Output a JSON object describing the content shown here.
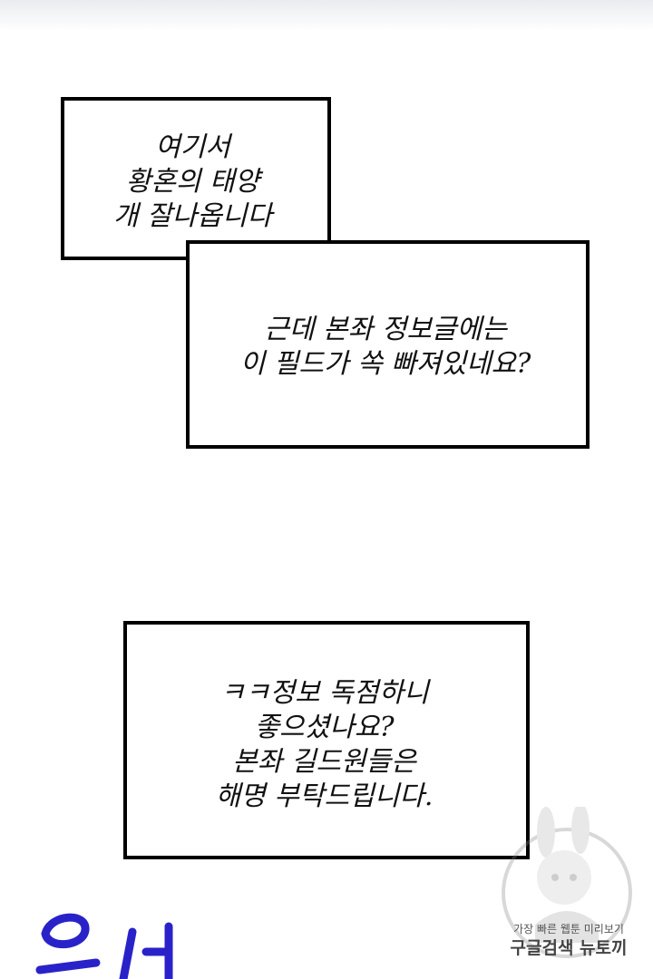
{
  "bubble1": {
    "lines": [
      "여기서",
      "황혼의 태양",
      "개 잘나옵니다"
    ]
  },
  "bubble2": {
    "lines": [
      "근데 본좌 정보글에는",
      "이 필드가 쏙 빠져있네요?"
    ]
  },
  "bubble3": {
    "lines": [
      "ㅋㅋ정보 독점하니",
      "좋으셨나요?",
      "본좌 길드원들은",
      "해명 부탁드립니다."
    ]
  },
  "watermark": {
    "line1": "가장 빠른 웹툰 미리보기",
    "line2": "구글검색 뉴토끼"
  },
  "sfx_color": "#2a22c9"
}
